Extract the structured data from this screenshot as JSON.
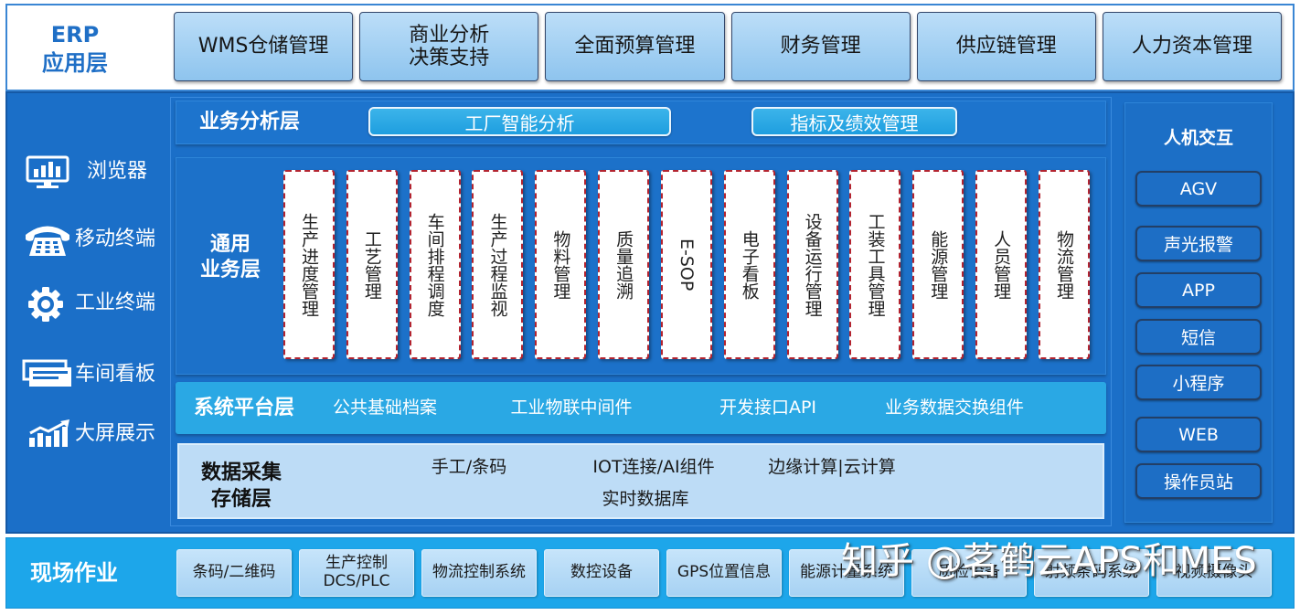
{
  "theme": {
    "erp_title_color": "#1f6fc6",
    "main_band": "#1b6fc8",
    "platform_band": "#2aa8e4",
    "field_band": "#1da6ea",
    "card_border": "#b32430"
  },
  "erp": {
    "title": "ERP\n应用层",
    "modules": [
      "WMS仓储管理",
      "商业分析\n决策支持",
      "全面预算管理",
      "财务管理",
      "供应链管理",
      "人力资本管理"
    ]
  },
  "terminals": [
    {
      "label": "浏览器",
      "icon": "monitor-icon"
    },
    {
      "label": "移动终端",
      "icon": "telephone-icon"
    },
    {
      "label": "工业终端",
      "icon": "gear-icon"
    },
    {
      "label": "车间看板",
      "icon": "display-board-icon"
    },
    {
      "label": "大屏展示",
      "icon": "bar-chart-icon"
    }
  ],
  "analysis_layer": {
    "title": "业务分析层",
    "items": [
      "工厂智能分析",
      "指标及绩效管理"
    ]
  },
  "business_layer": {
    "title": "通用\n业务层",
    "modules": [
      "生产进度管理",
      "工艺管理",
      "车间排程调度",
      "生产过程监视",
      "物料管理",
      "质量追溯",
      "E-SOP",
      "电子看板",
      "设备运行管理",
      "工装工具管理",
      "能源管理",
      "人员管理",
      "物流管理"
    ]
  },
  "platform_layer": {
    "title": "系统平台层",
    "items": [
      "公共基础档案",
      "工业物联中间件",
      "开发接口API",
      "业务数据交换组件"
    ]
  },
  "data_layer": {
    "title": "数据采集\n存储层",
    "items": [
      "手工/条码",
      "IOT连接/AI组件",
      "边缘计算|云计算",
      "实时数据库"
    ]
  },
  "hmi": {
    "title": "人机交互",
    "items": [
      "AGV",
      "声光报警",
      "APP",
      "短信",
      "小程序",
      "WEB",
      "操作员站"
    ]
  },
  "field": {
    "title": "现场作业",
    "items": [
      "条码/二维码",
      "生产控制\nDCS/PLC",
      "物流控制系统",
      "数控设备",
      "GPS位置信息",
      "能源计量系统",
      "质检设备",
      "射频条码系统",
      "视频摄像头"
    ]
  },
  "watermark": "知乎 @茗鹤云APS和MES"
}
